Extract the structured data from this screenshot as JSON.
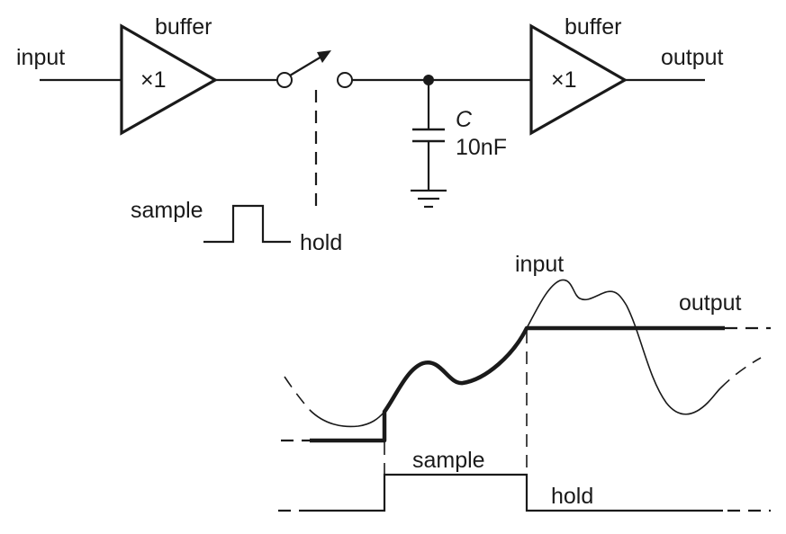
{
  "title": "Sample-and-hold circuit with waveforms",
  "circuit": {
    "input_label": "input",
    "output_label": "output",
    "buffers": [
      {
        "label": "buffer",
        "gain": "×1"
      },
      {
        "label": "buffer",
        "gain": "×1"
      }
    ],
    "capacitor": {
      "symbol": "C",
      "value": "10nF"
    },
    "control": {
      "sample_label": "sample",
      "hold_label": "hold"
    }
  },
  "waveforms": {
    "input_label": "input",
    "output_label": "output",
    "sample_label": "sample",
    "hold_label": "hold"
  },
  "colors": {
    "ink": "#1a1a1a",
    "background": "#ffffff"
  }
}
